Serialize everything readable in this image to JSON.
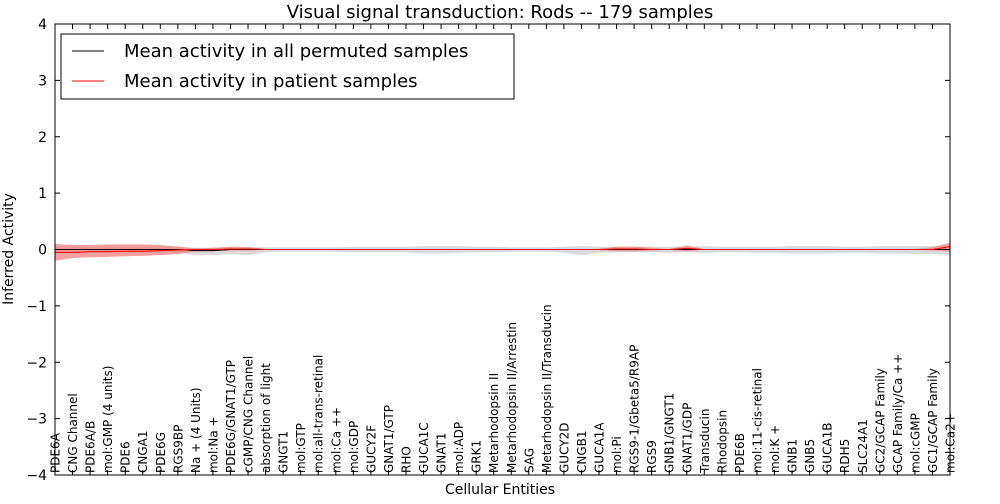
{
  "chart_data": {
    "type": "line",
    "title": "Visual signal transduction: Rods -- 179 samples",
    "xlabel": "Cellular Entities",
    "ylabel": "Inferred Activity",
    "ylim": [
      -4,
      4
    ],
    "yticks": [
      "−4",
      "−3",
      "−2",
      "−1",
      "0",
      "1",
      "2",
      "3",
      "4"
    ],
    "grid": false,
    "legend_position": "top-left",
    "categories": [
      "PDE6A",
      "CNG Channel",
      "PDE6A/B",
      "mol:GMP (4 units)",
      "PDE6",
      "CNGA1",
      "PDE6G",
      "RGS9BP",
      "Na + (4 Units)",
      "mol:Na +",
      "PDE6G/GNAT1/GTP",
      "cGMP/CNG Channel",
      "absorption of light",
      "GNGT1",
      "mol:GTP",
      "mol:all-trans-retinal",
      "mol:Ca ++",
      "mol:GDP",
      "GUCY2F",
      "GNAT1/GTP",
      "RHO",
      "GUCA1C",
      "GNAT1",
      "mol:ADP",
      "GRK1",
      "Metarhodopsin II",
      "Metarhodopsin II/Arrestin",
      "SAG",
      "Metarhodopsin II/Transducin",
      "GUCY2D",
      "CNGB1",
      "GUCA1A",
      "mol:Pi",
      "RGS9-1/Gbeta5/R9AP",
      "RGS9",
      "GNB1/GNGT1",
      "GNAT1/GDP",
      "Transducin",
      "Rhodopsin",
      "PDE6B",
      "mol:11-cis-retinal",
      "mol:K +",
      "GNB1",
      "GNB5",
      "GUCA1B",
      "RDH5",
      "SLC24A1",
      "GC2/GCAP Family",
      "GCAP Family/Ca ++",
      "mol:cGMP",
      "GC1/GCAP Family",
      "mol:Ca2+"
    ],
    "series": [
      {
        "name": "Mean activity in all permuted samples",
        "color": "#000000",
        "values": [
          0,
          0,
          0,
          0,
          0,
          0,
          0,
          0,
          -0.02,
          -0.02,
          0,
          0,
          0,
          0,
          0,
          0,
          0,
          0,
          0,
          0,
          0,
          0,
          0,
          0,
          0,
          0,
          0,
          0,
          0,
          0,
          0,
          0,
          0,
          0,
          0,
          0,
          0,
          0,
          0,
          0,
          0,
          0,
          0,
          0,
          0,
          0,
          0,
          0,
          0,
          0,
          0,
          0
        ],
        "band": {
          "color": "#bbbbbb",
          "lower": [
            -0.05,
            -0.05,
            -0.05,
            -0.05,
            -0.05,
            -0.05,
            -0.05,
            -0.05,
            -0.1,
            -0.1,
            -0.08,
            -0.1,
            -0.05,
            -0.04,
            -0.04,
            -0.04,
            -0.04,
            -0.05,
            -0.05,
            -0.05,
            -0.05,
            -0.07,
            -0.07,
            -0.06,
            -0.05,
            -0.05,
            -0.04,
            -0.04,
            -0.04,
            -0.06,
            -0.1,
            -0.06,
            -0.05,
            -0.05,
            -0.05,
            -0.06,
            -0.05,
            -0.06,
            -0.05,
            -0.05,
            -0.06,
            -0.06,
            -0.07,
            -0.07,
            -0.07,
            -0.06,
            -0.06,
            -0.07,
            -0.07,
            -0.08,
            -0.08,
            -0.1
          ],
          "upper": [
            0.05,
            0.05,
            0.05,
            0.05,
            0.05,
            0.05,
            0.05,
            0.05,
            0.03,
            0.03,
            0.04,
            0.05,
            0.04,
            0.04,
            0.04,
            0.04,
            0.04,
            0.05,
            0.05,
            0.05,
            0.05,
            0.06,
            0.06,
            0.06,
            0.05,
            0.05,
            0.04,
            0.04,
            0.04,
            0.05,
            0.06,
            0.05,
            0.05,
            0.05,
            0.05,
            0.05,
            0.05,
            0.06,
            0.05,
            0.05,
            0.05,
            0.05,
            0.06,
            0.06,
            0.06,
            0.05,
            0.05,
            0.06,
            0.06,
            0.06,
            0.06,
            0.06
          ]
        }
      },
      {
        "name": "Mean activity in patient samples",
        "color": "#ff0000",
        "values": [
          -0.05,
          -0.05,
          -0.04,
          -0.04,
          -0.03,
          -0.03,
          -0.02,
          -0.01,
          0,
          0,
          0.01,
          0.01,
          0,
          0,
          0,
          0,
          0,
          0,
          0,
          0,
          0,
          0,
          0,
          0,
          0,
          0,
          0,
          0,
          0,
          0,
          0,
          0,
          0.01,
          0.01,
          0,
          0,
          0.02,
          0,
          0,
          0,
          0,
          0,
          0,
          0,
          0,
          0,
          0,
          0,
          0,
          0,
          0,
          0.05
        ],
        "band": {
          "color": "#f08080",
          "lower": [
            -0.2,
            -0.15,
            -0.14,
            -0.13,
            -0.12,
            -0.11,
            -0.1,
            -0.08,
            -0.04,
            -0.03,
            -0.02,
            -0.02,
            -0.01,
            -0.01,
            -0.01,
            -0.01,
            -0.01,
            -0.01,
            -0.01,
            -0.01,
            -0.01,
            -0.01,
            -0.01,
            -0.01,
            -0.01,
            -0.01,
            -0.01,
            -0.01,
            -0.01,
            -0.01,
            -0.01,
            -0.01,
            -0.03,
            -0.03,
            -0.02,
            -0.01,
            -0.03,
            -0.01,
            -0.01,
            -0.01,
            -0.01,
            -0.01,
            -0.01,
            -0.01,
            -0.01,
            -0.01,
            -0.01,
            -0.01,
            -0.01,
            -0.01,
            -0.02,
            -0.03
          ],
          "upper": [
            0.1,
            0.08,
            0.08,
            0.09,
            0.09,
            0.09,
            0.08,
            0.05,
            0.02,
            0.03,
            0.05,
            0.04,
            0.01,
            0.01,
            0.01,
            0.01,
            0.01,
            0.01,
            0.01,
            0.01,
            0.01,
            0.01,
            0.01,
            0.01,
            0.01,
            0.01,
            0.01,
            0.01,
            0.01,
            0.01,
            0.01,
            0.01,
            0.05,
            0.05,
            0.03,
            0.01,
            0.07,
            0.01,
            0.01,
            0.01,
            0.01,
            0.01,
            0.01,
            0.01,
            0.01,
            0.01,
            0.01,
            0.01,
            0.01,
            0.01,
            0.04,
            0.12
          ]
        }
      }
    ]
  }
}
